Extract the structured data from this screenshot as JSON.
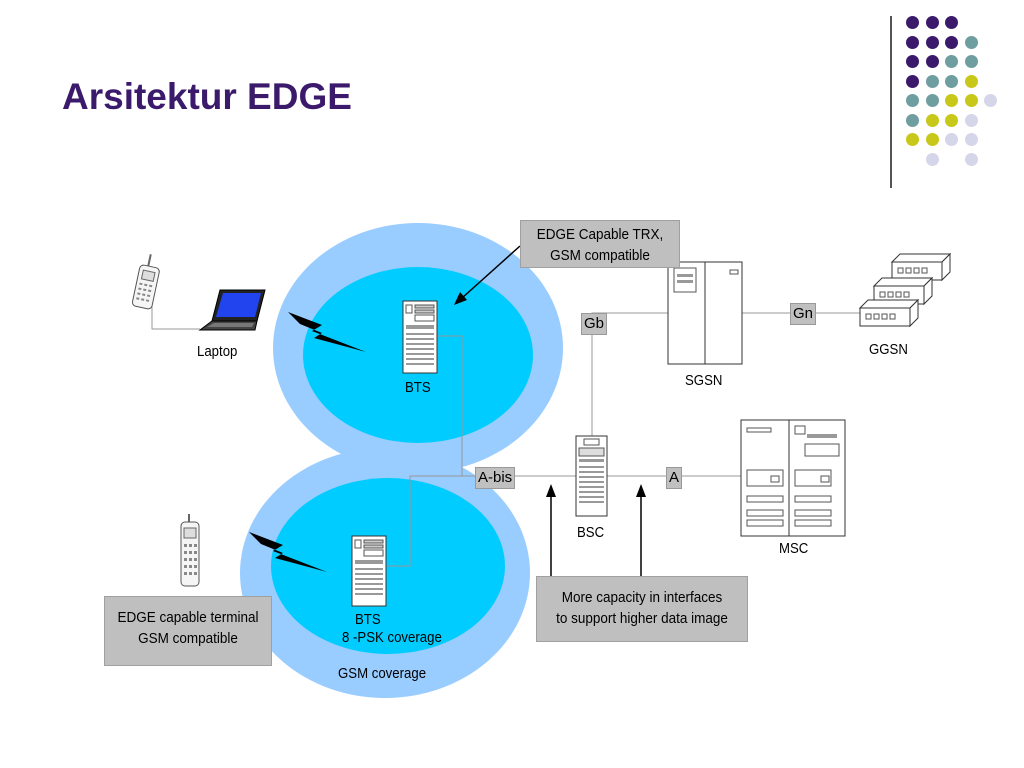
{
  "slide": {
    "title": "Arsitektur EDGE"
  },
  "decor": {
    "colors": {
      "purple": "#3b1a6b",
      "teal": "#6f9ea0",
      "lime": "#c8c81a",
      "lavender": "#d6d6ea"
    },
    "dots": [
      [
        "purple",
        "purple",
        "purple",
        "",
        ""
      ],
      [
        "purple",
        "purple",
        "purple",
        "teal",
        ""
      ],
      [
        "purple",
        "purple",
        "teal",
        "teal",
        ""
      ],
      [
        "purple",
        "teal",
        "teal",
        "lime",
        ""
      ],
      [
        "teal",
        "teal",
        "lime",
        "lime",
        "lavender"
      ],
      [
        "teal",
        "lime",
        "lime",
        "lavender",
        ""
      ],
      [
        "lime",
        "lime",
        "lavender",
        "lavender",
        ""
      ],
      [
        "",
        "lavender",
        "",
        "lavender",
        ""
      ]
    ]
  },
  "diagram": {
    "labels": {
      "laptop": "Laptop",
      "bts_top": "BTS",
      "bts_bottom": "BTS",
      "bsc": "BSC",
      "msc": "MSC",
      "sgsn": "SGSN",
      "ggsn": "GGSN",
      "psk_coverage": "8 -PSK coverage",
      "gsm_coverage": "GSM coverage"
    },
    "interfaces": {
      "gb": "Gb",
      "gn": "Gn",
      "abis": "A-bis",
      "a": "A"
    },
    "callouts": {
      "trx_line1": "EDGE Capable TRX,",
      "trx_line2": "GSM compatible",
      "terminal_line1": "EDGE capable terminal",
      "terminal_line2": "GSM compatible",
      "capacity_line1": "More capacity in interfaces",
      "capacity_line2": "to support higher data image"
    }
  }
}
